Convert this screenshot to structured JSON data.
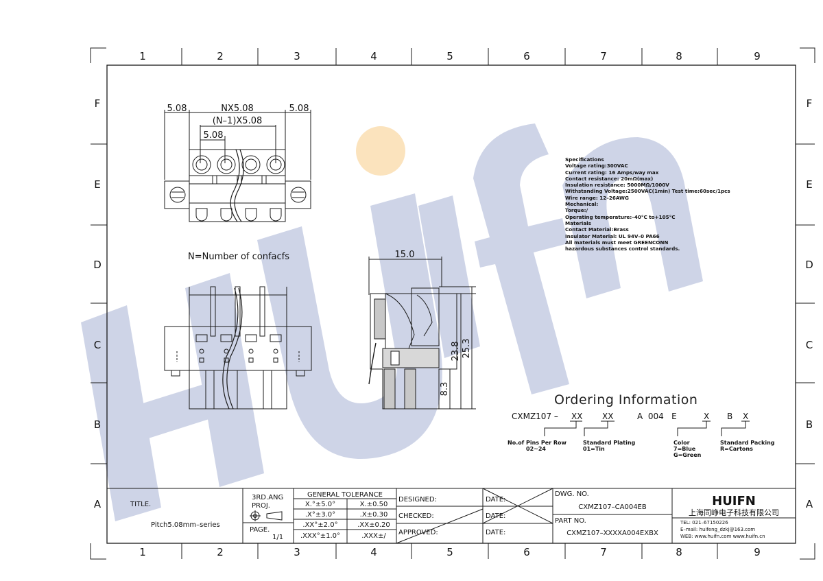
{
  "watermark": {
    "text": "HUIFN"
  },
  "grid": {
    "columns": [
      "1",
      "2",
      "3",
      "4",
      "5",
      "6",
      "7",
      "8",
      "9"
    ],
    "rows": [
      "F",
      "E",
      "D",
      "C",
      "B",
      "A"
    ]
  },
  "top_view": {
    "dim_left": "5.08",
    "dim_total": "NX5.08",
    "dim_right": "5.08",
    "dim_inner": "(N–1)X5.08",
    "dim_pitch": "5.08"
  },
  "note": "N=Number of confacfs",
  "side_view": {
    "dim_width": "15.0",
    "dim_h1": "23.8",
    "dim_h2": "25.3",
    "dim_h3": "8.3"
  },
  "specifications": [
    "Specifications",
    "Voltage rating:300VAC",
    "Current rating: 16 Amps/way max",
    "Contact resistance: 20mΩ(max)",
    "Insulation resistance: 5000MΩ/1000V",
    "Withstanding Voltage:2500VAC(1min) Test time:60sec/1pcs",
    "Wire range: 12–26AWG",
    "Mechanical:",
    "Torque:/",
    "Operating temperature:–40°C to+105°C",
    "Materials",
    "Contact Material:Brass",
    "Insulator Material: UL 94V–0 PA66",
    "All materials must meet GREENCONN",
    "hazardous substances control standards."
  ],
  "ordering": {
    "title": "Ordering Information",
    "prefix": "CXMZ107 –",
    "pins": "XX",
    "plating": "XX",
    "fixed": "A  004   E",
    "color": "X",
    "pack_prefix": "B",
    "pack": "X",
    "pins_label_1": "No.of Pins Per Row",
    "pins_label_2": "02~24",
    "plating_label_1": "Standard Plating",
    "plating_label_2": "01=Tin",
    "color_label_1": "Color",
    "color_label_2": "7=Blue",
    "color_label_3": "G=Green",
    "pack_label_1": "Standard Packing",
    "pack_label_2": "R=Cartons"
  },
  "title_block": {
    "title_label": "TITLE.",
    "title_value": "Pitch5.08mm–series",
    "proj_1": "3RD.ANG",
    "proj_2": "PROJ.",
    "page_label": "PAGE.",
    "page_value": "1/1",
    "tol_title": "GENERAL  TOLERANCE",
    "tol_rows": [
      [
        "X.°±5.0°",
        "X.±0.50"
      ],
      [
        ".X°±3.0°",
        ".X±0.30"
      ],
      [
        ".XX°±2.0°",
        ".XX±0.20"
      ],
      [
        ".XXX°±1.0°",
        ".XXX±/"
      ]
    ],
    "designed": "DESIGNED:",
    "checked": "CHECKED:",
    "approved": "APPROVED:",
    "date": "DATE:",
    "dwg_label": "DWG. NO.",
    "dwg_value": "CXMZ107–CA004EB",
    "part_label": "PART NO.",
    "part_value": "CXMZ107–XXXXA004EXBX",
    "logo": "HUIFN",
    "company": "上海同峥电子科技有限公司",
    "tel": "TEL: 021–67150226",
    "email": "E–mail: huifeng_dzkj@163.com",
    "web": "WEB: www.huifn.com   www.huifn.cn"
  },
  "colors": {
    "watermark_blue": "#c6cde3",
    "watermark_dot": "#fbe0b6",
    "line": "#1a1a1a"
  }
}
